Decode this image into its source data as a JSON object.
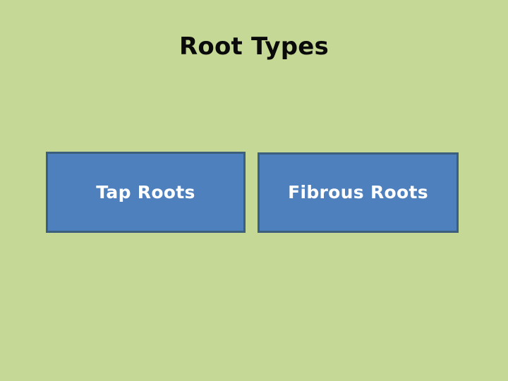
{
  "slide": {
    "title": "Root Types",
    "background_color": "#c5d895",
    "title_color": "#0a0a0a"
  },
  "boxes": [
    {
      "label": "Tap Roots",
      "fill_color": "#4e80be",
      "border_color": "#3b5f7d",
      "text_color": "#ffffff"
    },
    {
      "label": "Fibrous Roots",
      "fill_color": "#4e80be",
      "border_color": "#3b5f7d",
      "text_color": "#ffffff"
    }
  ]
}
